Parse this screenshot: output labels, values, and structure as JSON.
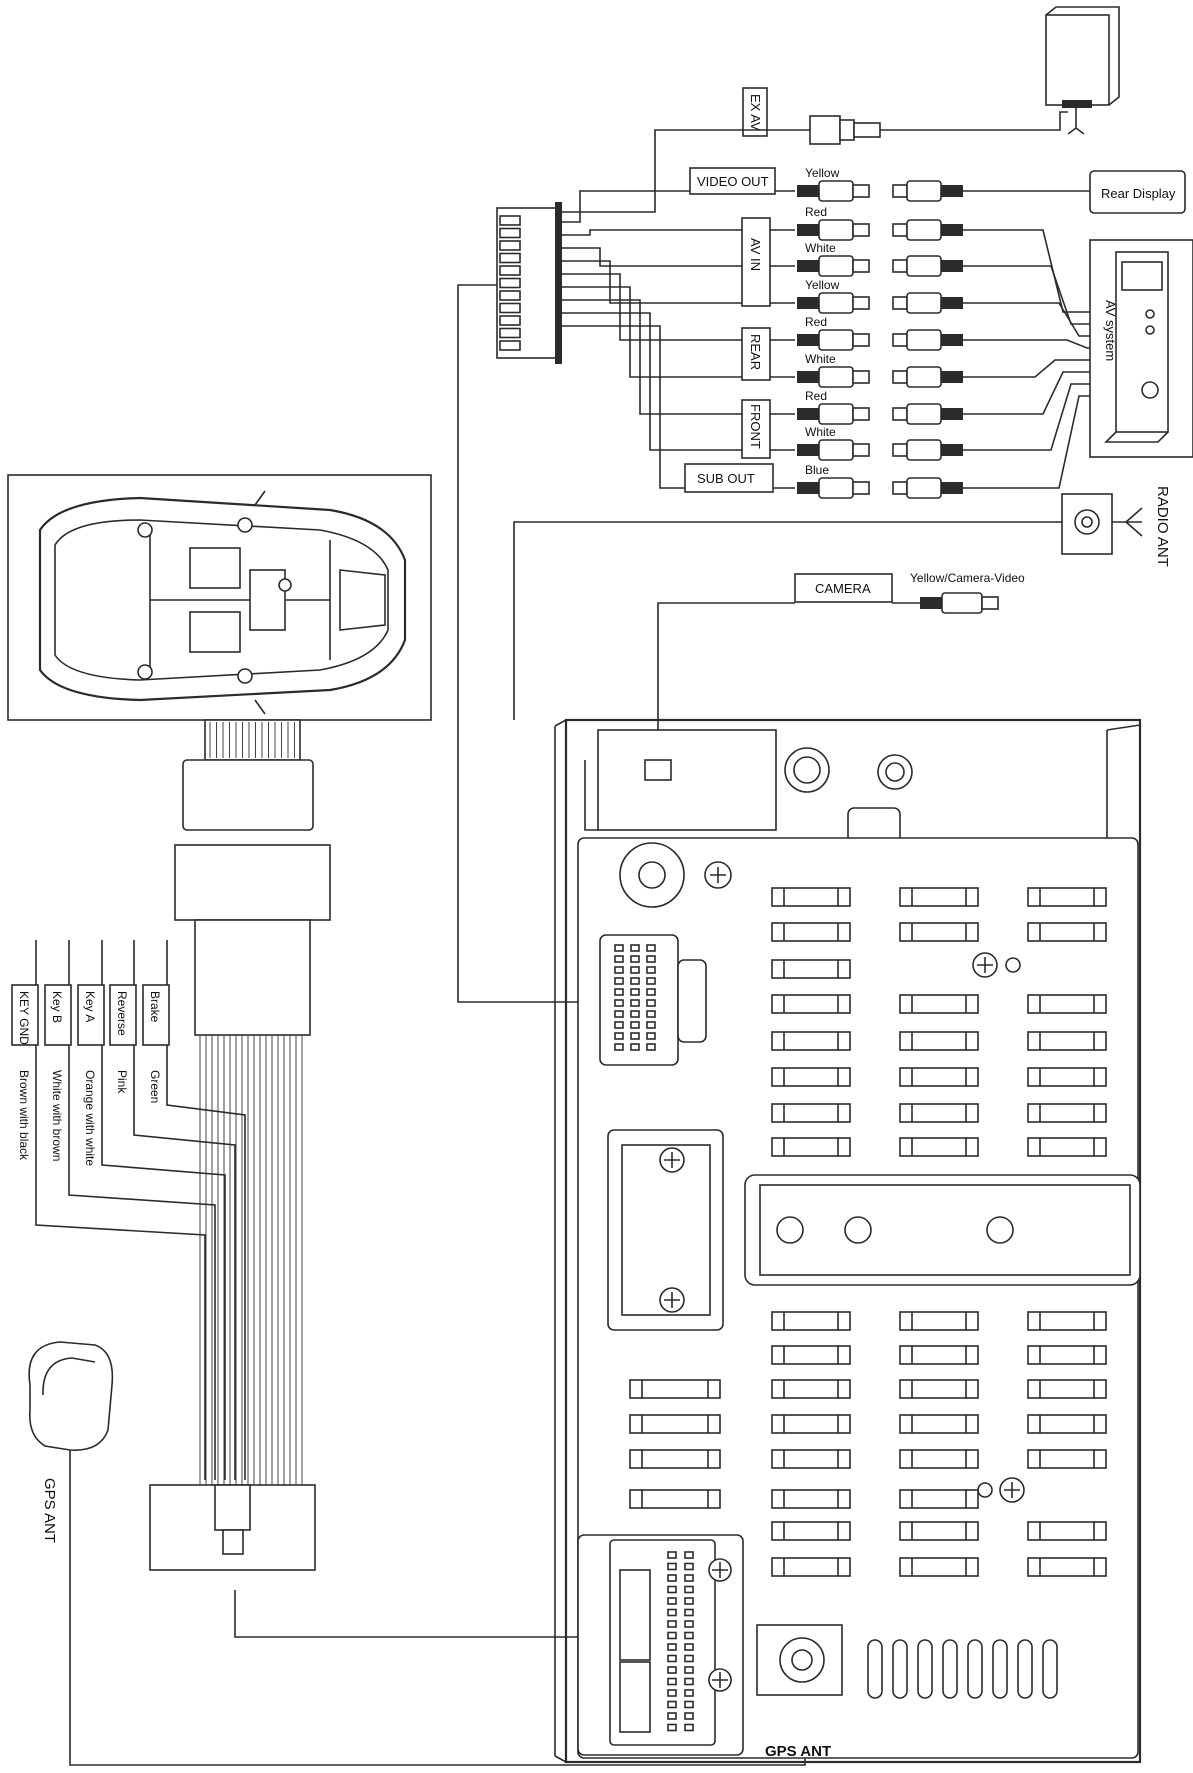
{
  "ports": {
    "ex_av": "EX AV",
    "video_out": "VIDEO OUT",
    "av_in": "AV IN",
    "rear": "REAR",
    "front": "FRONT",
    "sub_out": "SUB OUT",
    "camera": "CAMERA",
    "radio_ant": "RADIO ANT",
    "gps_ant_side": "GPS ANT",
    "gps_ant_unit": "GPS ANT"
  },
  "devices": {
    "rear_display": "Rear Display",
    "av_system": "AV system"
  },
  "rca_colors": [
    "Yellow",
    "Red",
    "White",
    "Yellow",
    "Red",
    "White",
    "Red",
    "White",
    "Blue"
  ],
  "camera_wire": "Yellow/Camera-Video",
  "control_wires": [
    {
      "name": "KEY GND",
      "color": "Brown with black"
    },
    {
      "name": "Key B",
      "color": "White with brown"
    },
    {
      "name": "Key A",
      "color": "Orange with white"
    },
    {
      "name": "Reverse",
      "color": "Pink"
    },
    {
      "name": "Brake",
      "color": "Green"
    }
  ]
}
